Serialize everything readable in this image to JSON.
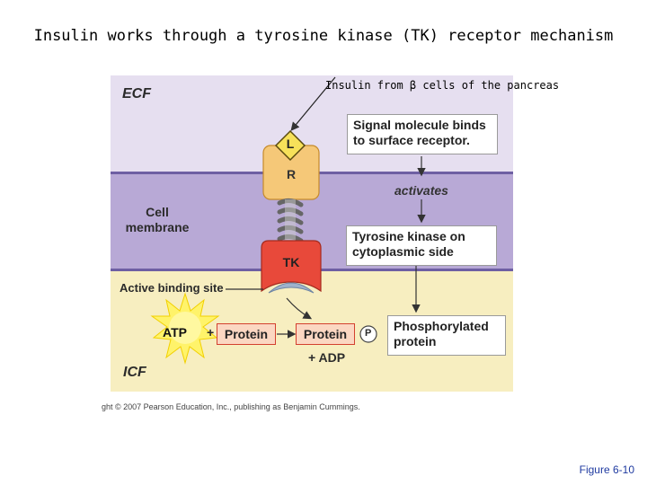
{
  "title": "Insulin works through a tyrosine kinase (TK) receptor mechanism",
  "annotation": "Insulin from β cells of the pancreas",
  "regions": {
    "ecf": "ECF",
    "membrane": "Cell membrane",
    "icf": "ICF"
  },
  "receptor": {
    "ligand": "L",
    "receptor": "R",
    "kinase": "TK"
  },
  "labels": {
    "active_site": "Active binding site",
    "activates": "activates",
    "atp": "ATP",
    "plus": "+",
    "protein": "Protein",
    "protein_p": "Protein",
    "phosphate": "P",
    "adp": "+ ADP"
  },
  "steps": [
    "Signal molecule binds to surface receptor.",
    "Tyrosine kinase on cytoplasmic side",
    "Phosphorylated protein"
  ],
  "copyright": "ght © 2007 Pearson Education, Inc., publishing as Benjamin Cummings.",
  "figure_number": "Figure 6-10",
  "colors": {
    "ecf": "#e6dff0",
    "membrane": "#b8a9d6",
    "icf": "#f7eec0",
    "kinase": "#e8493a",
    "receptor": "#f5c878",
    "ligand": "#f7e15a"
  }
}
